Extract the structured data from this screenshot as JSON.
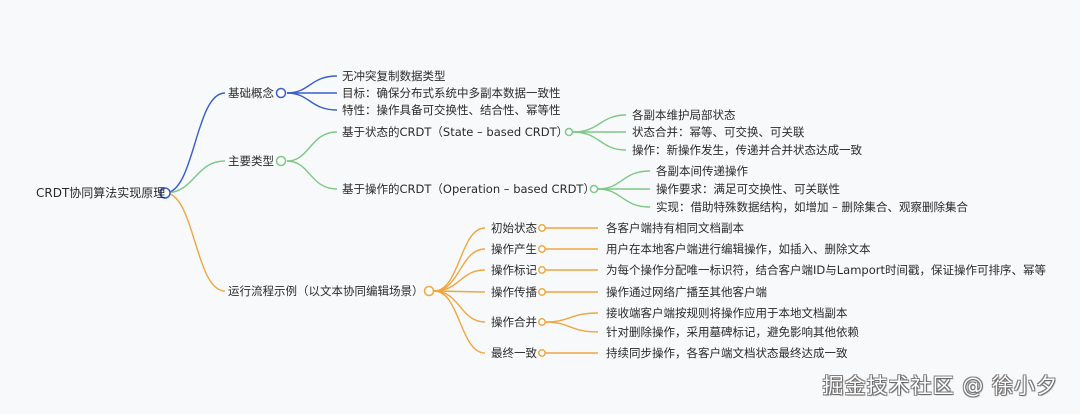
{
  "colors": {
    "background": "#f8f9fa",
    "blue": "#3a5fc8",
    "green": "#7ec787",
    "orange": "#f0a640",
    "text": "#2b2b2b"
  },
  "root": {
    "label": "CRDT协同算法实现原理"
  },
  "branches": [
    {
      "label": "基础概念",
      "color": "blue",
      "children": [
        {
          "label": "无冲突复制数据类型"
        },
        {
          "label": "目标：确保分布式系统中多副本数据一致性"
        },
        {
          "label": "特性：操作具备可交换性、结合性、幂等性"
        }
      ]
    },
    {
      "label": "主要类型",
      "color": "green",
      "children": [
        {
          "label": "基于状态的CRDT（State – based CRDT）",
          "children": [
            {
              "label": "各副本维护局部状态"
            },
            {
              "label": "状态合并：幂等、可交换、可关联"
            },
            {
              "label": "操作：新操作发生，传递并合并状态达成一致"
            }
          ]
        },
        {
          "label": "基于操作的CRDT（Operation – based CRDT）",
          "children": [
            {
              "label": "各副本间传递操作"
            },
            {
              "label": "操作要求：满足可交换性、可关联性"
            },
            {
              "label": "实现：借助特殊数据结构，如增加 – 删除集合、观察删除集合"
            }
          ]
        }
      ]
    },
    {
      "label": "运行流程示例（以文本协同编辑场景）",
      "color": "orange",
      "children": [
        {
          "label": "初始状态",
          "children": [
            {
              "label": "各客户端持有相同文档副本"
            }
          ]
        },
        {
          "label": "操作产生",
          "children": [
            {
              "label": "用户在本地客户端进行编辑操作，如插入、删除文本"
            }
          ]
        },
        {
          "label": "操作标记",
          "children": [
            {
              "label": "为每个操作分配唯一标识符，结合客户端ID与Lamport时间戳，保证操作可排序、幂等"
            }
          ]
        },
        {
          "label": "操作传播",
          "children": [
            {
              "label": "操作通过网络广播至其他客户端"
            }
          ]
        },
        {
          "label": "操作合并",
          "children": [
            {
              "label": "接收端客户端按规则将操作应用于本地文档副本"
            },
            {
              "label": "针对删除操作，采用墓碑标记，避免影响其他依赖"
            }
          ]
        },
        {
          "label": "最终一致",
          "children": [
            {
              "label": "持续同步操作，各客户端文档状态最终达成一致"
            }
          ]
        }
      ]
    }
  ],
  "watermark": "掘金技术社区 @ 徐小夕"
}
